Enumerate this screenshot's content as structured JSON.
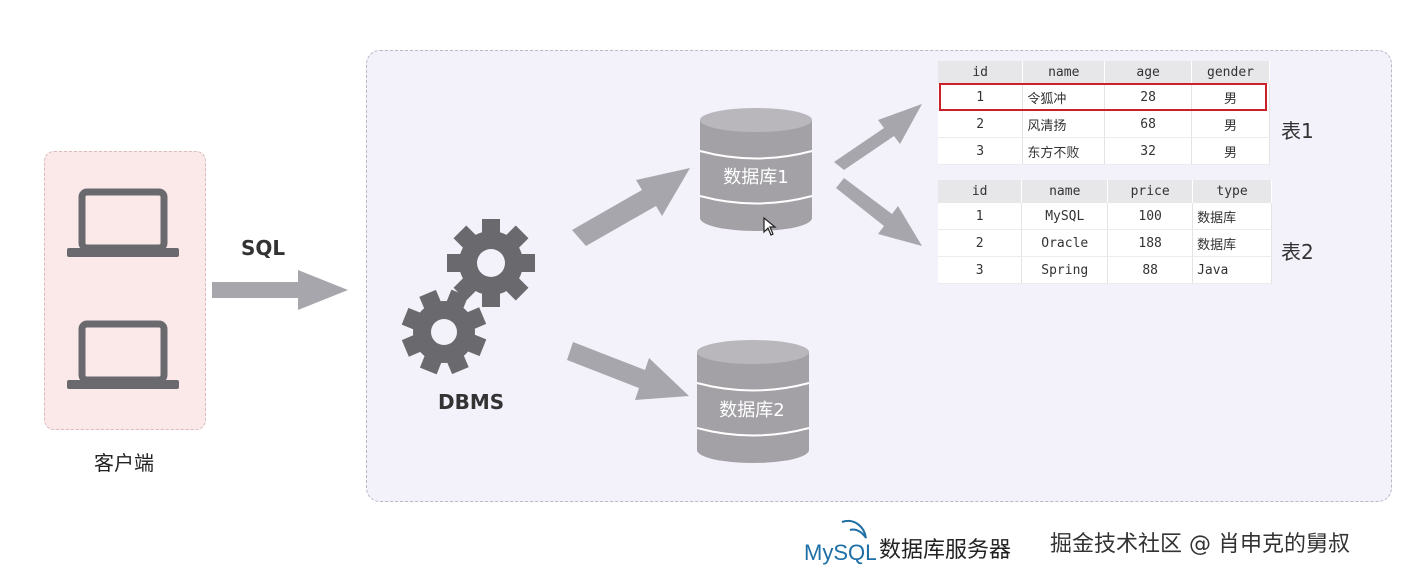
{
  "client": {
    "label": "客户端",
    "devices": [
      "laptop-icon",
      "laptop-icon"
    ]
  },
  "sql_label": "SQL",
  "server": {
    "dbms_label": "DBMS",
    "databases": [
      {
        "label": "数据库1"
      },
      {
        "label": "数据库2"
      }
    ],
    "table1": {
      "label": "表1",
      "columns": [
        "id",
        "name",
        "age",
        "gender"
      ],
      "rows": [
        [
          "1",
          "令狐冲",
          "28",
          "男"
        ],
        [
          "2",
          "风清扬",
          "68",
          "男"
        ],
        [
          "3",
          "东方不败",
          "32",
          "男"
        ]
      ],
      "highlighted_row": 0,
      "highlight_color": "#c9202a"
    },
    "table2": {
      "label": "表2",
      "columns": [
        "id",
        "name",
        "price",
        "type"
      ],
      "rows": [
        [
          "1",
          "MySQL",
          "100",
          "数据库"
        ],
        [
          "2",
          "Oracle",
          "188",
          "数据库"
        ],
        [
          "3",
          "Spring",
          "88",
          "Java"
        ]
      ]
    }
  },
  "footer": {
    "logo_text": "MySQL",
    "caption": "数据库服务器"
  },
  "watermark": "掘金技术社区 @ 肖申克的舅叔",
  "colors": {
    "client_bg": "#fbe9e9",
    "server_bg": "#f3f1fa",
    "arrow": "#a8a6ad",
    "db_body": "#a3a1a6",
    "gear": "#6a6a6e",
    "mysql_blue": "#1d6fa5",
    "mysql_orange": "#e58a1f"
  }
}
